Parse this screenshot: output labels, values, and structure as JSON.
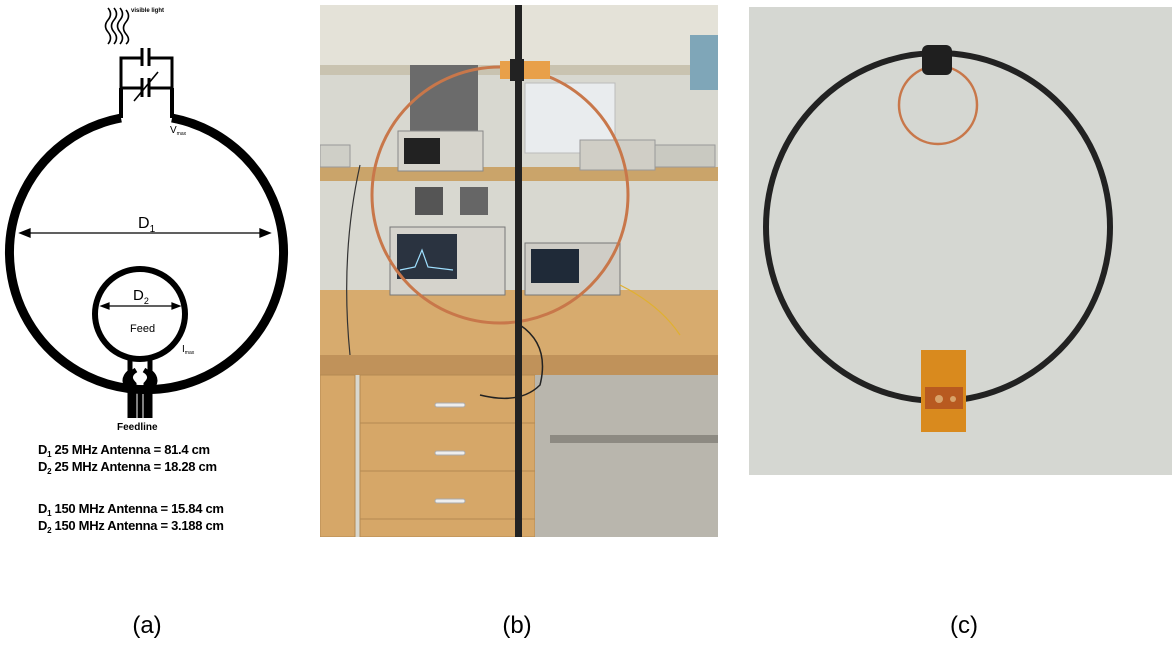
{
  "panel_a": {
    "light_label": "visible light",
    "vmax_main": "V",
    "vmax_sub": "max",
    "imax_main": "I",
    "imax_sub": "max",
    "d1_main": "D",
    "d1_sub": "1",
    "d2_main": "D",
    "d2_sub": "2",
    "feed_label": "Feed",
    "feedline_label": "Feedline",
    "specs": [
      {
        "sym": "D",
        "sub": "1",
        "text": " 25 MHz Antenna = 81.4 cm"
      },
      {
        "sym": "D",
        "sub": "2",
        "text": " 25 MHz Antenna = 18.28 cm"
      },
      {
        "sym": "D",
        "sub": "1",
        "text": " 150 MHz Antenna = 15.84 cm"
      },
      {
        "sym": "D",
        "sub": "2",
        "text": " 150 MHz Antenna = 3.188 cm"
      }
    ]
  },
  "captions": {
    "a": "(a)",
    "b": "(b)",
    "c": "(c)"
  },
  "colors": {
    "copper": "#c8774a",
    "wall": "#d9dad6",
    "desk": "#d7ab6e",
    "cable": "#222222",
    "tape": "#d98a1e"
  },
  "icons": [
    "capacitor-icon",
    "light-wave-icon",
    "loop-antenna-icon"
  ]
}
